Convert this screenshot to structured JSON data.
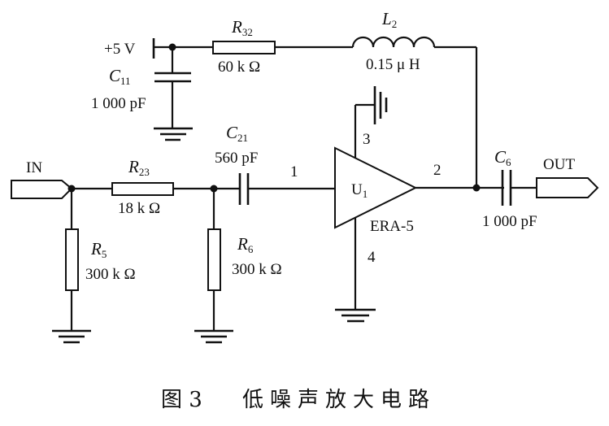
{
  "figure": {
    "caption_number": "图 3",
    "caption_title": "低噪声放大电路"
  },
  "ports": {
    "input": "IN",
    "output": "OUT",
    "supply": "+5 V"
  },
  "components": {
    "R32": {
      "name": "R",
      "sub": "32",
      "value": "60 k Ω"
    },
    "L2": {
      "name": "L",
      "sub": "2",
      "value": "0.15 μ H"
    },
    "C11": {
      "name": "C",
      "sub": "11",
      "value": "1 000 pF"
    },
    "C21": {
      "name": "C",
      "sub": "21",
      "value": "560 pF"
    },
    "R23": {
      "name": "R",
      "sub": "23",
      "value": "18 k Ω"
    },
    "R5": {
      "name": "R",
      "sub": "5",
      "value": "300 k Ω"
    },
    "R6": {
      "name": "R",
      "sub": "6",
      "value": "300 k Ω"
    },
    "C6": {
      "name": "C",
      "sub": "6",
      "value": "1 000 pF"
    },
    "U1": {
      "name": "U",
      "sub": "1",
      "part": "ERA-5"
    }
  },
  "pins": {
    "p1": "1",
    "p2": "2",
    "p3": "3",
    "p4": "4"
  }
}
